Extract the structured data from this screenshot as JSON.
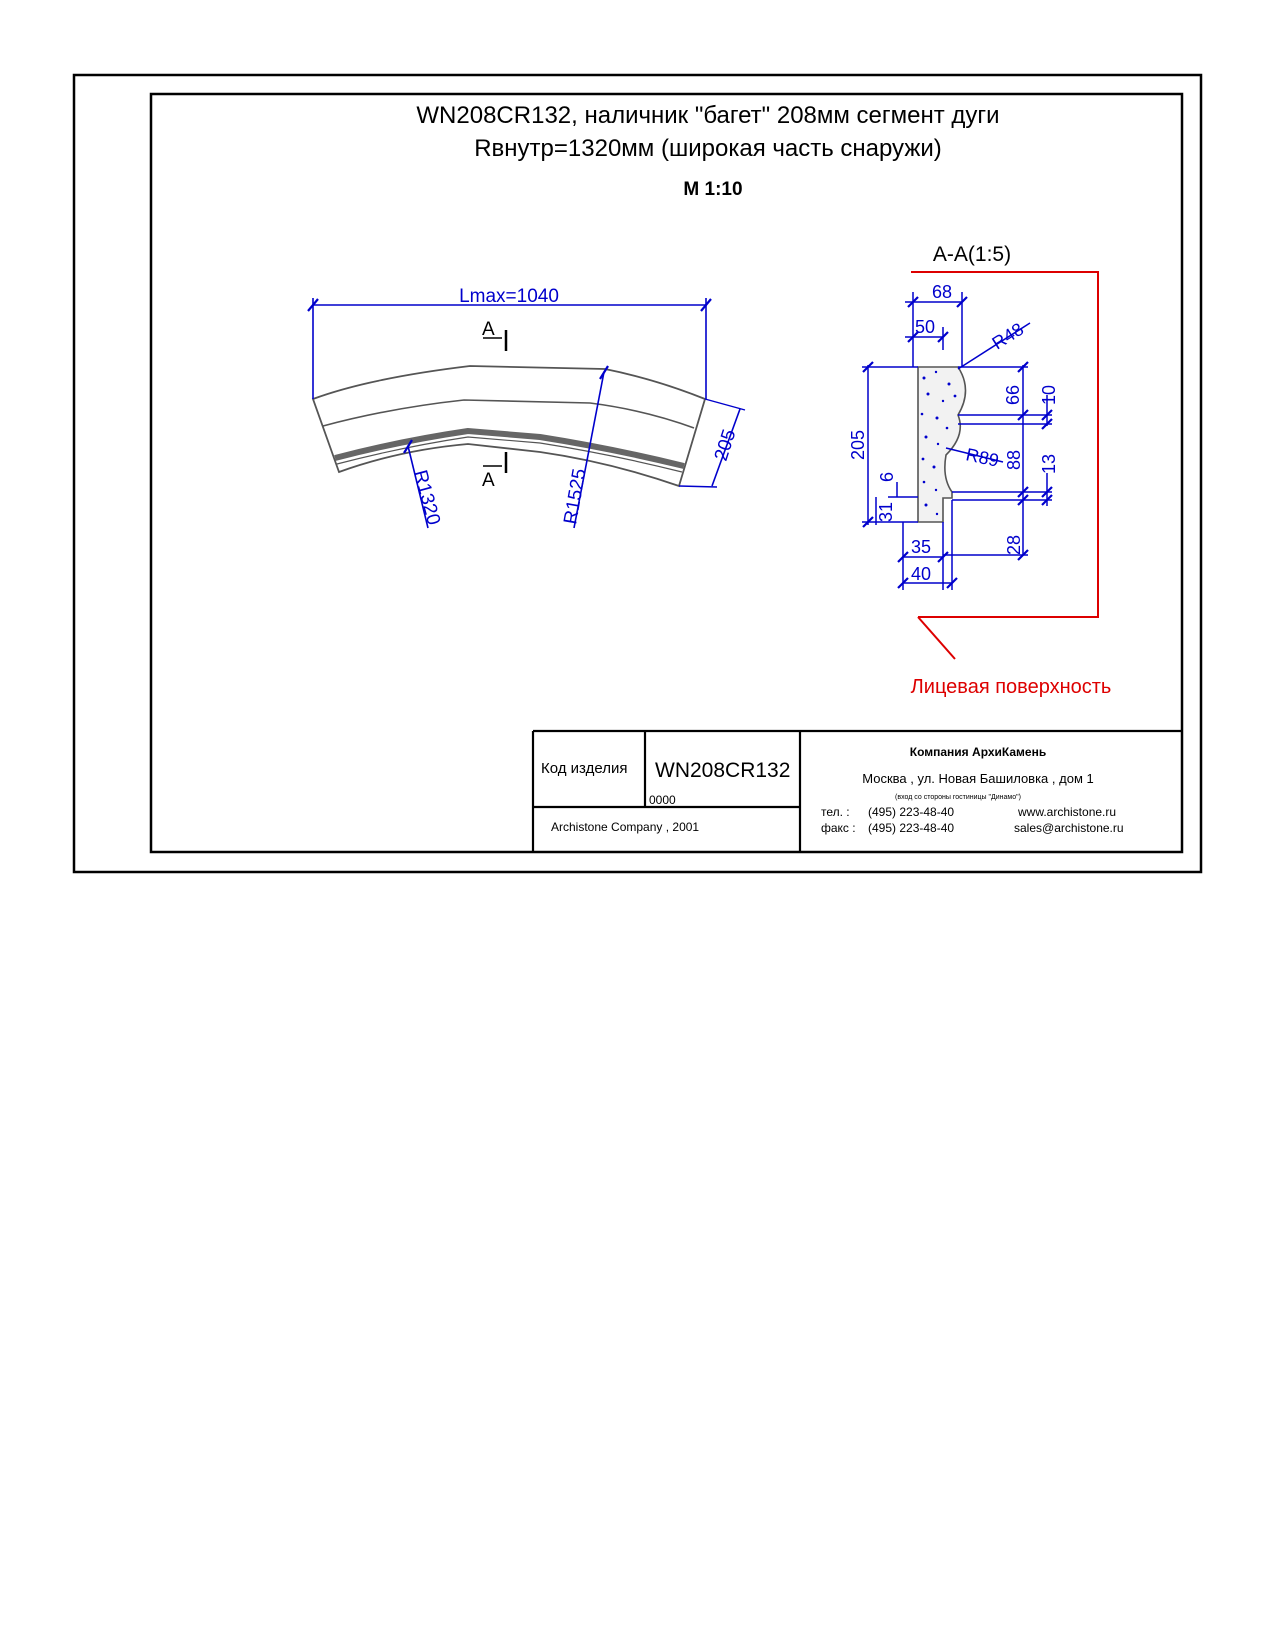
{
  "title": {
    "line1": "WN208CR132, наличник \"багет\" 208мм сегмент дуги",
    "line2": "Rвнутр=1320мм (широкая часть снаружи)",
    "scale": "М 1:10"
  },
  "plan_view": {
    "length_label": "Lmax=1040",
    "width_label": "205",
    "inner_radius_label": "R1320",
    "outer_radius_label": "R1525",
    "section_mark_top": "A",
    "section_mark_bottom": "A"
  },
  "section_view": {
    "title": "А-А(1:5)",
    "dims": {
      "top_total": "68",
      "top_inner": "50",
      "radius_top": "R48",
      "height_total": "205",
      "upper_part": "66",
      "step_1": "10",
      "radius_mid": "R89",
      "middle_part": "88",
      "step_2": "13",
      "left_step": "6",
      "bottom_left": "31",
      "bottom_right": "28",
      "bottom_width_1": "35",
      "bottom_width_2": "40"
    },
    "face_label": "Лицевая поверхность"
  },
  "title_block": {
    "code_label": "Код изделия",
    "code_value": "WN208CR132",
    "code_sub": "0000",
    "copyright": "Archistone  Company ,  2001",
    "company": "Компания  АрхиКамень",
    "address": "Москва , ул. Новая Башиловка , дом 1",
    "address_note": "(вход со стороны гостиницы \"Динамо\")",
    "phone_label": "тел.   :",
    "phone": "(495) 223-48-40",
    "fax_label": "факс :",
    "fax": "(495) 223-48-40",
    "website": "www.archistone.ru",
    "email": "sales@archistone.ru"
  },
  "colors": {
    "dimension": "#0000cc",
    "outline": "#000000",
    "part_edge": "#555555",
    "band": "#666666",
    "annotation": "#dd0000"
  }
}
